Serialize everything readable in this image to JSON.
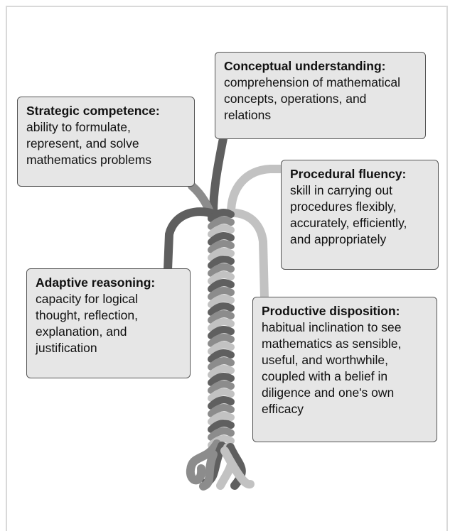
{
  "boxes": {
    "conceptual": {
      "title": "Conceptual understanding:",
      "body": "comprehension of mathematical concepts, operations, and relations"
    },
    "strategic": {
      "title": "Strategic competence:",
      "body": "ability to formulate, represent, and solve mathematics problems"
    },
    "procedural": {
      "title": "Procedural fluency:",
      "body": "skill in carrying out procedures flexibly, accurately, efficiently, and appropriately"
    },
    "adaptive": {
      "title": "Adaptive reasoning:",
      "body": "capacity for logical thought, reflection, explanation, and justification"
    },
    "productive": {
      "title": "Productive disposition:",
      "body": "habitual inclination to see mathematics as sensible, useful, and worthwhile, coupled with a belief in diligence and one's own efficacy"
    }
  },
  "colors": {
    "strand_dark": "#5f5f5f",
    "strand_mid": "#8c8c8c",
    "strand_light": "#c2c2c2",
    "box_fill": "#e6e6e6"
  }
}
